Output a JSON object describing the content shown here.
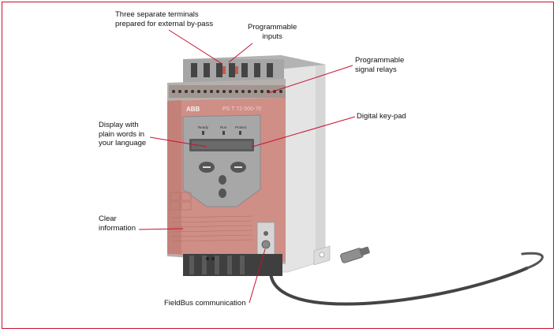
{
  "callouts": {
    "terminals": {
      "line1": "Three separate terminals",
      "line2": "prepared for external by-pass"
    },
    "inputs": {
      "line1": "Programmable",
      "line2": "inputs"
    },
    "relays": {
      "line1": "Programmable",
      "line2": "signal relays"
    },
    "keypad": {
      "line1": "Digital key-pad"
    },
    "display": {
      "line1": "Display with",
      "line2": "plain words in",
      "line3": "your language"
    },
    "clear_info": {
      "line1": "Clear",
      "line2": "information"
    },
    "fieldbus": {
      "line1": "FieldBus communication"
    }
  },
  "device": {
    "brand": "ABB",
    "model": "PS T 72-500-70",
    "led_labels": [
      "Ready",
      "Run",
      "Protect"
    ]
  },
  "colors": {
    "frame": "#c8102e",
    "leader_line": "#c8102e",
    "housing": "#9a9a9a",
    "front_panel": "#d08a82",
    "keypad": "#a9a9a9"
  }
}
